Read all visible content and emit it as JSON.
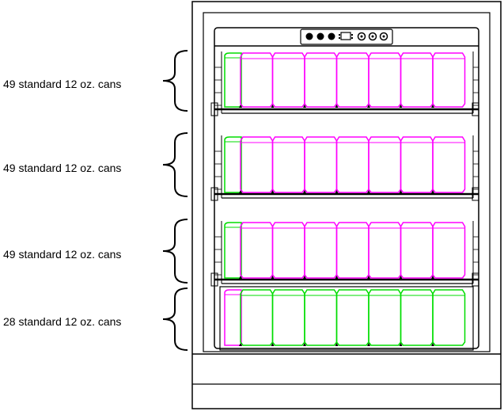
{
  "rows": [
    {
      "label": "49 standard 12 oz. cans",
      "front_color": "#ff00ff",
      "side_color": "#00dd00"
    },
    {
      "label": "49 standard 12 oz. cans",
      "front_color": "#ff00ff",
      "side_color": "#00dd00"
    },
    {
      "label": "49 standard 12 oz. cans",
      "front_color": "#ff00ff",
      "side_color": "#00dd00"
    },
    {
      "label": "28 standard 12 oz. cans",
      "front_color": "#00dd00",
      "side_color": "#ff00ff"
    }
  ],
  "cans_per_row_front": 7,
  "control_panel": {
    "buttons": 3,
    "knobs": 3,
    "icon": "display-icon"
  },
  "colors": {
    "outline": "#000000",
    "magenta": "#ff00ff",
    "green": "#00dd00"
  }
}
